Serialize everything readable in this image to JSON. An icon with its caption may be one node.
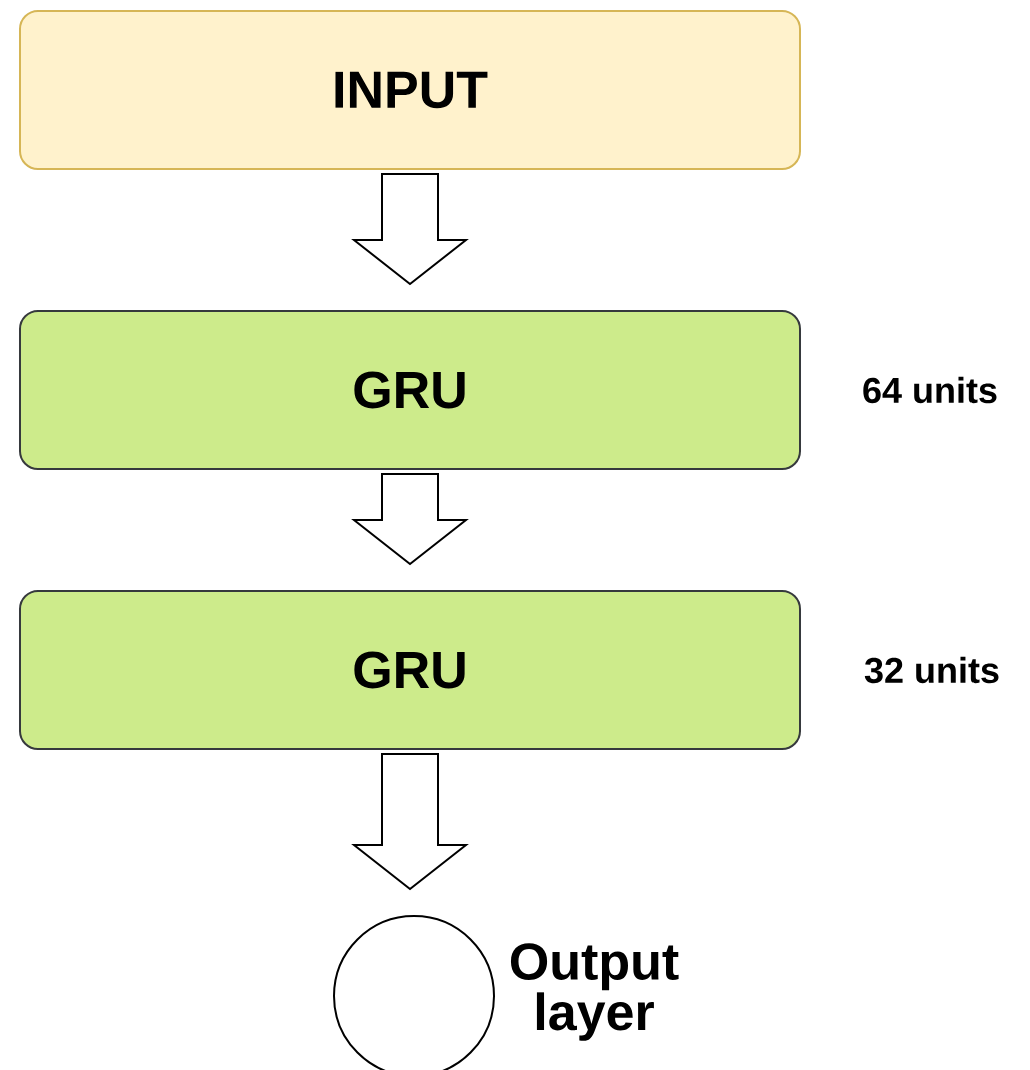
{
  "diagram": {
    "nodes": [
      {
        "text": [
          "INPUT"
        ]
      },
      {
        "text": [
          "GRU"
        ],
        "beside": [
          "64 units"
        ]
      },
      {
        "text": [
          "GRU"
        ],
        "beside": [
          "32 units"
        ]
      },
      {
        "text": [],
        "shape": "circle",
        "beside": [
          "Output layer"
        ]
      }
    ],
    "edges": [
      {
        "from": 0,
        "to": 1,
        "arrow": "to"
      },
      {
        "from": 1,
        "to": 2,
        "arrow": "to"
      },
      {
        "from": 2,
        "to": 3,
        "arrow": "to"
      }
    ]
  }
}
